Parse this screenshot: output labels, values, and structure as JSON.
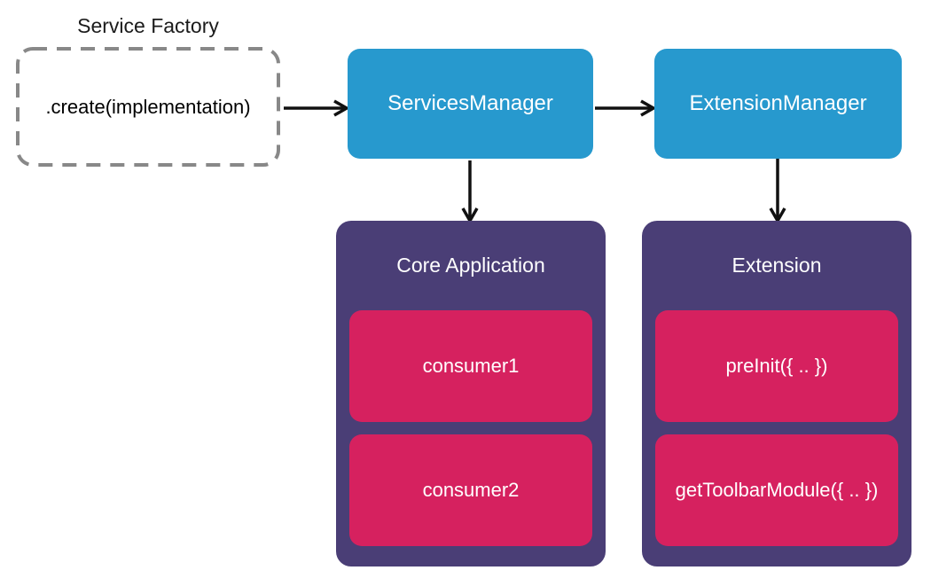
{
  "diagram": {
    "factory": {
      "title": "Service Factory",
      "method_label": ".create(implementation)"
    },
    "managers": [
      {
        "id": "services-manager",
        "label": "ServicesManager"
      },
      {
        "id": "extension-manager",
        "label": "ExtensionManager"
      }
    ],
    "containers": [
      {
        "id": "core-application",
        "title": "Core Application",
        "items": [
          "consumer1",
          "consumer2"
        ]
      },
      {
        "id": "extension",
        "title": "Extension",
        "items": [
          "preInit({ .. })",
          "getToolbarModule({ .. })"
        ]
      }
    ],
    "colors": {
      "manager_fill": "#2799ce",
      "container_fill": "#4a3e76",
      "item_fill": "#d6215f",
      "dashed_border": "#888888",
      "arrow": "#111111",
      "text_light": "#ffffff",
      "text_dark": "#1b1b1b",
      "background": "#ffffff"
    }
  }
}
